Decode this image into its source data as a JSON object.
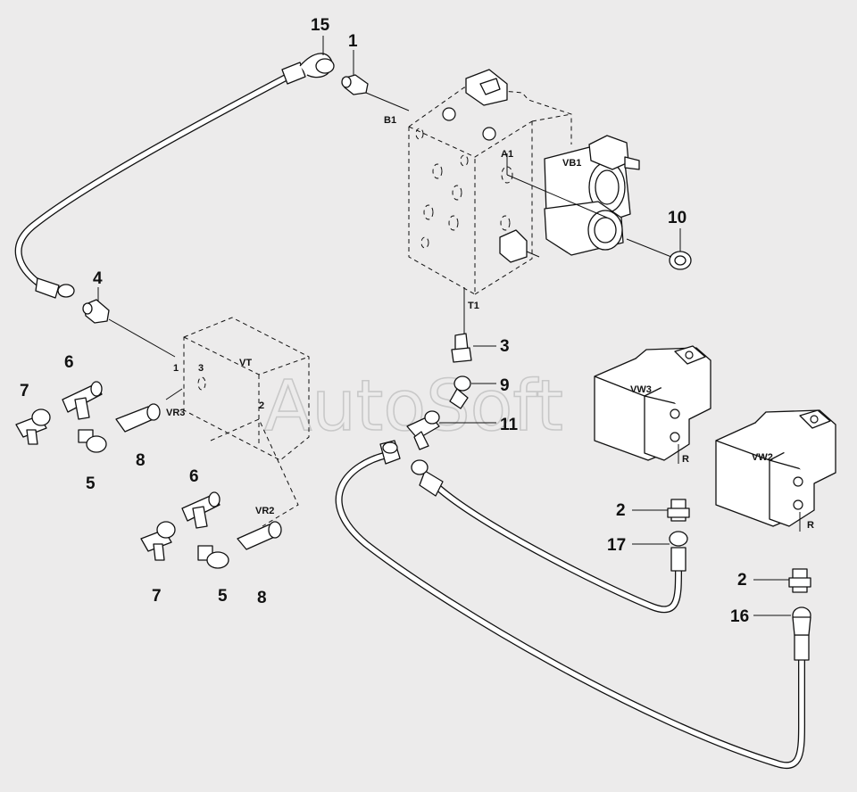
{
  "watermark": "AutoSoft",
  "callouts": {
    "c15": "15",
    "c1": "1",
    "c10": "10",
    "c4": "4",
    "c3": "3",
    "c9": "9",
    "c11": "11",
    "c6a": "6",
    "c7a": "7",
    "c5a": "5",
    "c8a": "8",
    "c6b": "6",
    "c7b": "7",
    "c5b": "5",
    "c8b": "8",
    "c2a": "2",
    "c17": "17",
    "c2b": "2",
    "c16": "16"
  },
  "port_labels": {
    "b1": "B1",
    "a1": "A1",
    "vb1": "VB1",
    "t1": "T1",
    "vt": "VT",
    "vt_port3": "3",
    "vt_port1": "1",
    "vt_port2": "2",
    "vr3": "VR3",
    "vr2": "VR2",
    "vw3": "VW3",
    "vw3_r": "R",
    "vw2": "VW2",
    "vw2_r": "R"
  }
}
